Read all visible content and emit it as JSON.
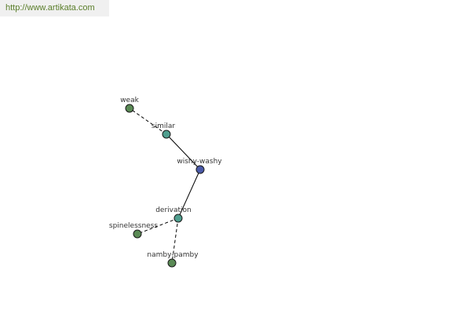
{
  "header": {
    "url": "http://www.artikata.com"
  },
  "colors": {
    "center": "#4a5aa8",
    "teal": "#4f9e8e",
    "green": "#5a8a55",
    "edge": "#000000"
  },
  "nodes": [
    {
      "id": "wishy-washy",
      "label": "wishy-washy",
      "kind": "center"
    },
    {
      "id": "similar",
      "label": "similar",
      "kind": "teal"
    },
    {
      "id": "weak",
      "label": "weak",
      "kind": "green"
    },
    {
      "id": "derivation",
      "label": "derivation",
      "kind": "teal"
    },
    {
      "id": "spinelessness",
      "label": "spinelessness",
      "kind": "green"
    },
    {
      "id": "namby-pamby",
      "label": "namby-pamby",
      "kind": "green"
    }
  ],
  "edges": [
    {
      "from": "wishy-washy",
      "to": "similar",
      "style": "solid"
    },
    {
      "from": "wishy-washy",
      "to": "derivation",
      "style": "solid"
    },
    {
      "from": "similar",
      "to": "weak",
      "style": "dashed"
    },
    {
      "from": "derivation",
      "to": "spinelessness",
      "style": "dashed"
    },
    {
      "from": "derivation",
      "to": "namby-pamby",
      "style": "dashed"
    }
  ]
}
